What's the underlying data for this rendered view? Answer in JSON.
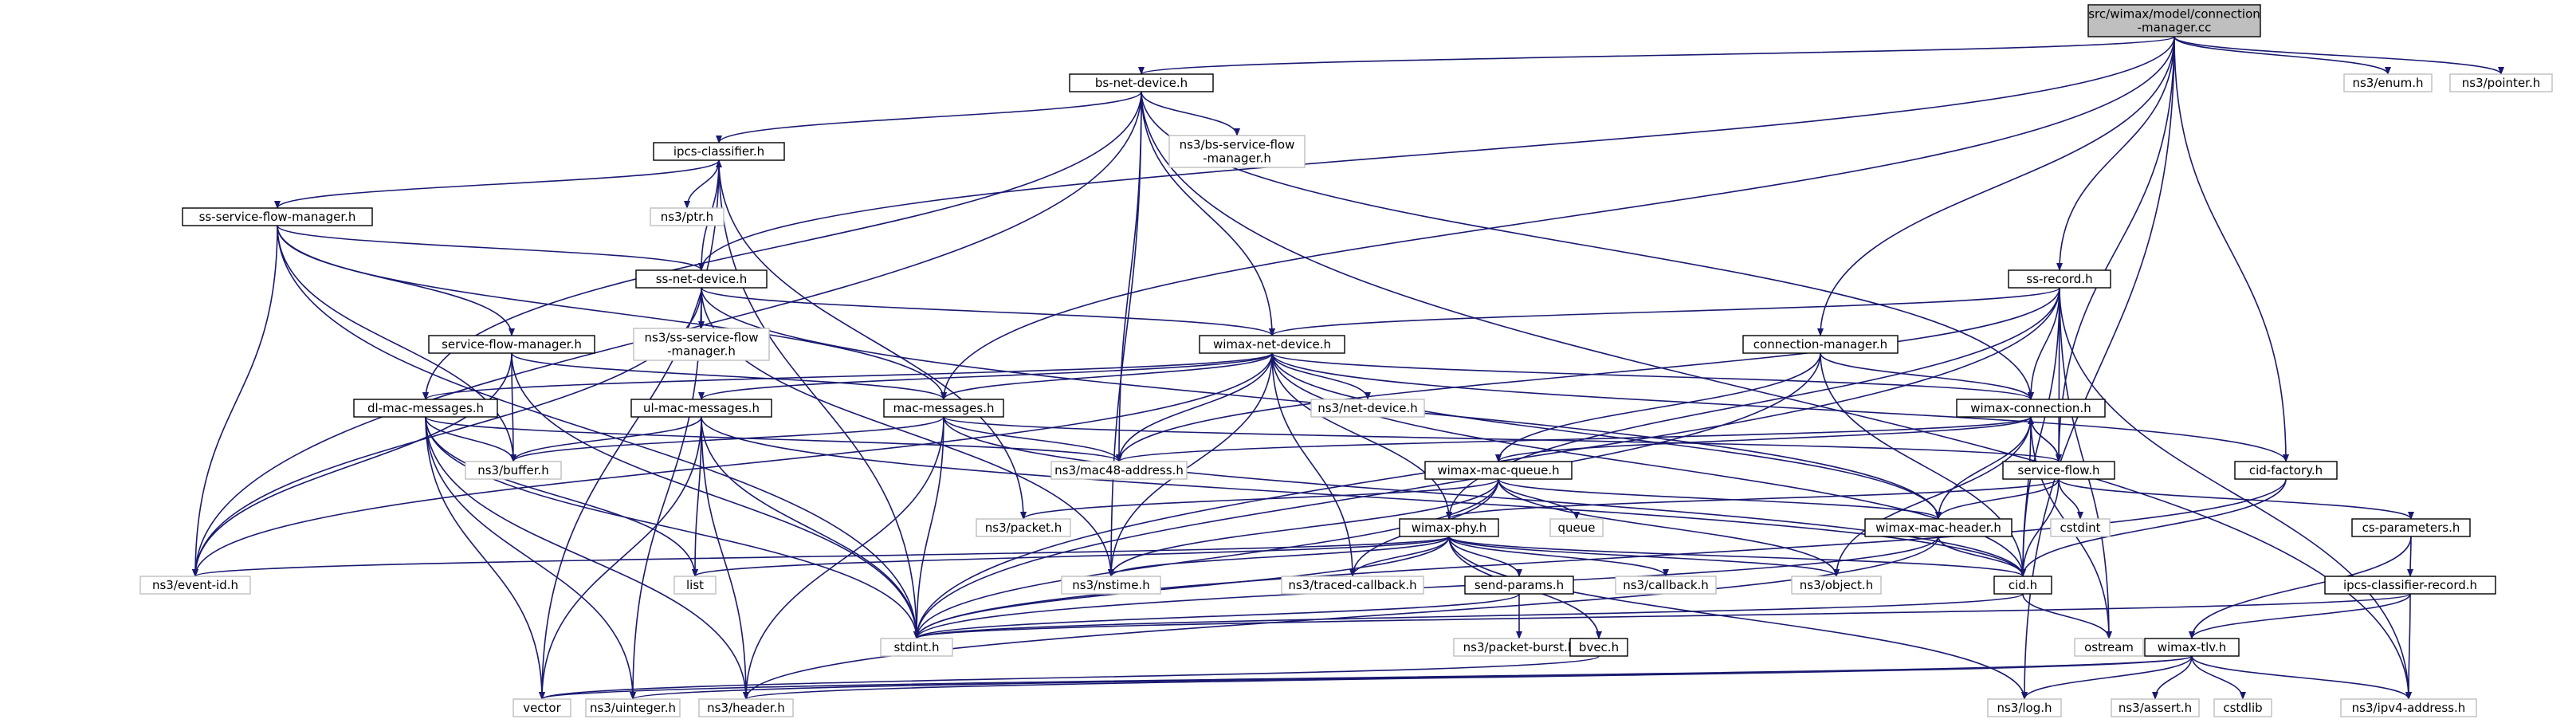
{
  "diagram": {
    "colors": {
      "edge": "#191970",
      "root_fill": "#bfbfbf",
      "ext_border": "#bfbfbf"
    },
    "nodes": [
      {
        "id": "root",
        "lines": [
          "src/wimax/model/connection",
          "-manager.cc"
        ],
        "kind": "root"
      },
      {
        "id": "bs-net-device",
        "lines": [
          "bs-net-device.h"
        ],
        "kind": "file"
      },
      {
        "id": "ns3-enum",
        "lines": [
          "ns3/enum.h"
        ],
        "kind": "ext"
      },
      {
        "id": "ns3-pointer",
        "lines": [
          "ns3/pointer.h"
        ],
        "kind": "ext"
      },
      {
        "id": "ipcs-classifier",
        "lines": [
          "ipcs-classifier.h"
        ],
        "kind": "file"
      },
      {
        "id": "ns3-bs-service-flow",
        "lines": [
          "ns3/bs-service-flow",
          "-manager.h"
        ],
        "kind": "ext"
      },
      {
        "id": "ss-service-flow-manager",
        "lines": [
          "ss-service-flow-manager.h"
        ],
        "kind": "file"
      },
      {
        "id": "ns3-ptr",
        "lines": [
          "ns3/ptr.h"
        ],
        "kind": "ext"
      },
      {
        "id": "ss-net-device",
        "lines": [
          "ss-net-device.h"
        ],
        "kind": "file"
      },
      {
        "id": "ss-record",
        "lines": [
          "ss-record.h"
        ],
        "kind": "file"
      },
      {
        "id": "ns3-ss-service-flow",
        "lines": [
          "ns3/ss-service-flow",
          "-manager.h"
        ],
        "kind": "ext"
      },
      {
        "id": "service-flow-manager",
        "lines": [
          "service-flow-manager.h"
        ],
        "kind": "file"
      },
      {
        "id": "wimax-net-device",
        "lines": [
          "wimax-net-device.h"
        ],
        "kind": "file"
      },
      {
        "id": "connection-manager",
        "lines": [
          "connection-manager.h"
        ],
        "kind": "file"
      },
      {
        "id": "ns3-net-device",
        "lines": [
          "ns3/net-device.h"
        ],
        "kind": "ext"
      },
      {
        "id": "dl-mac-messages",
        "lines": [
          "dl-mac-messages.h"
        ],
        "kind": "file"
      },
      {
        "id": "ul-mac-messages",
        "lines": [
          "ul-mac-messages.h"
        ],
        "kind": "file"
      },
      {
        "id": "mac-messages",
        "lines": [
          "mac-messages.h"
        ],
        "kind": "file"
      },
      {
        "id": "wimax-connection",
        "lines": [
          "wimax-connection.h"
        ],
        "kind": "file"
      },
      {
        "id": "cid-factory",
        "lines": [
          "cid-factory.h"
        ],
        "kind": "file"
      },
      {
        "id": "ns3-buffer",
        "lines": [
          "ns3/buffer.h"
        ],
        "kind": "ext"
      },
      {
        "id": "ns3-mac48",
        "lines": [
          "ns3/mac48-address.h"
        ],
        "kind": "ext"
      },
      {
        "id": "wimax-mac-queue",
        "lines": [
          "wimax-mac-queue.h"
        ],
        "kind": "file"
      },
      {
        "id": "service-flow",
        "lines": [
          "service-flow.h"
        ],
        "kind": "file"
      },
      {
        "id": "ns3-packet",
        "lines": [
          "ns3/packet.h"
        ],
        "kind": "ext"
      },
      {
        "id": "queue",
        "lines": [
          "queue"
        ],
        "kind": "ext"
      },
      {
        "id": "wimax-mac-header",
        "lines": [
          "wimax-mac-header.h"
        ],
        "kind": "file"
      },
      {
        "id": "cstdint",
        "lines": [
          "cstdint"
        ],
        "kind": "ext"
      },
      {
        "id": "cs-parameters",
        "lines": [
          "cs-parameters.h"
        ],
        "kind": "file"
      },
      {
        "id": "wimax-phy",
        "lines": [
          "wimax-phy.h"
        ],
        "kind": "file"
      },
      {
        "id": "ns3-event-id",
        "lines": [
          "ns3/event-id.h"
        ],
        "kind": "ext"
      },
      {
        "id": "list",
        "lines": [
          "list"
        ],
        "kind": "ext"
      },
      {
        "id": "ns3-nstime",
        "lines": [
          "ns3/nstime.h"
        ],
        "kind": "ext"
      },
      {
        "id": "ns3-traced-callback",
        "lines": [
          "ns3/traced-callback.h"
        ],
        "kind": "ext"
      },
      {
        "id": "ns3-callback",
        "lines": [
          "ns3/callback.h"
        ],
        "kind": "ext"
      },
      {
        "id": "ns3-object",
        "lines": [
          "ns3/object.h"
        ],
        "kind": "ext"
      },
      {
        "id": "cid",
        "lines": [
          "cid.h"
        ],
        "kind": "file"
      },
      {
        "id": "ipcs-classifier-record",
        "lines": [
          "ipcs-classifier-record.h"
        ],
        "kind": "file"
      },
      {
        "id": "send-params",
        "lines": [
          "send-params.h"
        ],
        "kind": "file"
      },
      {
        "id": "stdint",
        "lines": [
          "stdint.h"
        ],
        "kind": "ext"
      },
      {
        "id": "ostream",
        "lines": [
          "ostream"
        ],
        "kind": "ext"
      },
      {
        "id": "wimax-tlv",
        "lines": [
          "wimax-tlv.h"
        ],
        "kind": "file"
      },
      {
        "id": "ns3-packet-burst",
        "lines": [
          "ns3/packet-burst.h"
        ],
        "kind": "ext"
      },
      {
        "id": "bvec",
        "lines": [
          "bvec.h"
        ],
        "kind": "file"
      },
      {
        "id": "vector",
        "lines": [
          "vector"
        ],
        "kind": "ext"
      },
      {
        "id": "ns3-uinteger",
        "lines": [
          "ns3/uinteger.h"
        ],
        "kind": "ext"
      },
      {
        "id": "ns3-header",
        "lines": [
          "ns3/header.h"
        ],
        "kind": "ext"
      },
      {
        "id": "ns3-log",
        "lines": [
          "ns3/log.h"
        ],
        "kind": "ext"
      },
      {
        "id": "ns3-assert",
        "lines": [
          "ns3/assert.h"
        ],
        "kind": "ext"
      },
      {
        "id": "cstdlib",
        "lines": [
          "cstdlib"
        ],
        "kind": "ext"
      },
      {
        "id": "ns3-ipv4-address",
        "lines": [
          "ns3/ipv4-address.h"
        ],
        "kind": "ext"
      }
    ],
    "edges": [
      [
        "root",
        "bs-net-device"
      ],
      [
        "root",
        "ns3-enum"
      ],
      [
        "root",
        "ns3-pointer"
      ],
      [
        "root",
        "ss-net-device"
      ],
      [
        "root",
        "connection-manager"
      ],
      [
        "root",
        "mac-messages"
      ],
      [
        "root",
        "ss-record"
      ],
      [
        "root",
        "cid-factory"
      ],
      [
        "root",
        "service-flow"
      ],
      [
        "root",
        "ns3-log"
      ],
      [
        "bs-net-device",
        "ipcs-classifier"
      ],
      [
        "bs-net-device",
        "ns3-bs-service-flow"
      ],
      [
        "bs-net-device",
        "wimax-net-device"
      ],
      [
        "bs-net-device",
        "ns3-event-id"
      ],
      [
        "bs-net-device",
        "dl-mac-messages"
      ],
      [
        "bs-net-device",
        "ns3-mac48"
      ],
      [
        "bs-net-device",
        "ns3-nstime"
      ],
      [
        "bs-net-device",
        "wimax-connection"
      ],
      [
        "bs-net-device",
        "ns3-ipv4-address"
      ],
      [
        "ipcs-classifier",
        "ss-service-flow-manager"
      ],
      [
        "ipcs-classifier",
        "ns3-ptr"
      ],
      [
        "ipcs-classifier",
        "ns3-packet"
      ],
      [
        "ipcs-classifier",
        "stdint"
      ],
      [
        "ipcs-classifier",
        "vector"
      ],
      [
        "ss-service-flow-manager",
        "ss-net-device"
      ],
      [
        "ss-service-flow-manager",
        "service-flow-manager"
      ],
      [
        "ss-service-flow-manager",
        "mac-messages"
      ],
      [
        "ss-service-flow-manager",
        "ns3-buffer"
      ],
      [
        "ss-service-flow-manager",
        "ns3-event-id"
      ],
      [
        "ss-service-flow-manager",
        "stdint"
      ],
      [
        "ss-net-device",
        "ipcs-classifier"
      ],
      [
        "ss-net-device",
        "ns3-ss-service-flow"
      ],
      [
        "ss-net-device",
        "wimax-net-device"
      ],
      [
        "ss-net-device",
        "ns3-event-id"
      ],
      [
        "ss-net-device",
        "ns3-uinteger"
      ],
      [
        "ss-net-device",
        "ns3-nstime"
      ],
      [
        "ss-net-device",
        "wimax-mac-header"
      ],
      [
        "service-flow-manager",
        "mac-messages"
      ],
      [
        "service-flow-manager",
        "ns3-buffer"
      ],
      [
        "service-flow-manager",
        "ns3-event-id"
      ],
      [
        "service-flow-manager",
        "stdint"
      ],
      [
        "ss-record",
        "wimax-net-device"
      ],
      [
        "ss-record",
        "wimax-connection"
      ],
      [
        "ss-record",
        "service-flow"
      ],
      [
        "ss-record",
        "ns3-mac48"
      ],
      [
        "ss-record",
        "wimax-phy"
      ],
      [
        "ss-record",
        "stdint"
      ],
      [
        "ss-record",
        "ostream"
      ],
      [
        "ss-record",
        "ns3-ipv4-address"
      ],
      [
        "ss-record",
        "cid"
      ],
      [
        "wimax-net-device",
        "ns3-net-device"
      ],
      [
        "wimax-net-device",
        "dl-mac-messages"
      ],
      [
        "wimax-net-device",
        "ul-mac-messages"
      ],
      [
        "wimax-net-device",
        "mac-messages"
      ],
      [
        "wimax-net-device",
        "wimax-connection"
      ],
      [
        "wimax-net-device",
        "cid-factory"
      ],
      [
        "wimax-net-device",
        "ns3-mac48"
      ],
      [
        "wimax-net-device",
        "ns3-event-id"
      ],
      [
        "wimax-net-device",
        "wimax-phy"
      ],
      [
        "wimax-net-device",
        "ns3-nstime"
      ],
      [
        "wimax-net-device",
        "ns3-traced-callback"
      ],
      [
        "wimax-net-device",
        "wimax-mac-header"
      ],
      [
        "wimax-net-device",
        "cid"
      ],
      [
        "connection-manager",
        "wimax-connection"
      ],
      [
        "connection-manager",
        "cid"
      ],
      [
        "connection-manager",
        "stdint"
      ],
      [
        "connection-manager",
        "wimax-mac-queue"
      ],
      [
        "dl-mac-messages",
        "ns3-buffer"
      ],
      [
        "dl-mac-messages",
        "ns3-mac48"
      ],
      [
        "dl-mac-messages",
        "list"
      ],
      [
        "dl-mac-messages",
        "stdint"
      ],
      [
        "dl-mac-messages",
        "vector"
      ],
      [
        "dl-mac-messages",
        "ns3-uinteger"
      ],
      [
        "dl-mac-messages",
        "ns3-header"
      ],
      [
        "ul-mac-messages",
        "ns3-buffer"
      ],
      [
        "ul-mac-messages",
        "list"
      ],
      [
        "ul-mac-messages",
        "stdint"
      ],
      [
        "ul-mac-messages",
        "vector"
      ],
      [
        "ul-mac-messages",
        "ns3-header"
      ],
      [
        "ul-mac-messages",
        "cid"
      ],
      [
        "mac-messages",
        "ns3-buffer"
      ],
      [
        "mac-messages",
        "ns3-mac48"
      ],
      [
        "mac-messages",
        "service-flow"
      ],
      [
        "mac-messages",
        "stdint"
      ],
      [
        "mac-messages",
        "ns3-header"
      ],
      [
        "mac-messages",
        "cid"
      ],
      [
        "wimax-connection",
        "wimax-mac-queue"
      ],
      [
        "wimax-connection",
        "service-flow"
      ],
      [
        "wimax-connection",
        "wimax-mac-header"
      ],
      [
        "wimax-connection",
        "cid"
      ],
      [
        "wimax-connection",
        "ns3-object"
      ],
      [
        "wimax-connection",
        "ostream"
      ],
      [
        "wimax-connection",
        "ns3-mac48"
      ],
      [
        "cid-factory",
        "cid"
      ],
      [
        "cid-factory",
        "stdint"
      ],
      [
        "wimax-mac-queue",
        "wimax-mac-header"
      ],
      [
        "wimax-mac-queue",
        "ns3-packet"
      ],
      [
        "wimax-mac-queue",
        "queue"
      ],
      [
        "wimax-mac-queue",
        "ns3-nstime"
      ],
      [
        "wimax-mac-queue",
        "ns3-traced-callback"
      ],
      [
        "wimax-mac-queue",
        "stdint"
      ],
      [
        "wimax-mac-queue",
        "ns3-object"
      ],
      [
        "service-flow",
        "wimax-connection"
      ],
      [
        "service-flow",
        "wimax-mac-header"
      ],
      [
        "service-flow",
        "cstdint"
      ],
      [
        "service-flow",
        "cs-parameters"
      ],
      [
        "service-flow",
        "wimax-phy"
      ],
      [
        "service-flow",
        "cid"
      ],
      [
        "wimax-mac-header",
        "cid"
      ],
      [
        "wimax-mac-header",
        "stdint"
      ],
      [
        "wimax-mac-header",
        "ns3-header"
      ],
      [
        "cs-parameters",
        "ipcs-classifier-record"
      ],
      [
        "cs-parameters",
        "wimax-tlv"
      ],
      [
        "wimax-phy",
        "ns3-event-id"
      ],
      [
        "wimax-phy",
        "list"
      ],
      [
        "wimax-phy",
        "ns3-nstime"
      ],
      [
        "wimax-phy",
        "ns3-traced-callback"
      ],
      [
        "wimax-phy",
        "ns3-callback"
      ],
      [
        "wimax-phy",
        "ns3-object"
      ],
      [
        "wimax-phy",
        "send-params"
      ],
      [
        "wimax-phy",
        "bvec"
      ],
      [
        "wimax-phy",
        "stdint"
      ],
      [
        "wimax-phy",
        "ns3-log"
      ],
      [
        "wimax-phy",
        "cid"
      ],
      [
        "cid",
        "ostream"
      ],
      [
        "cid",
        "stdint"
      ],
      [
        "ipcs-classifier-record",
        "wimax-tlv"
      ],
      [
        "ipcs-classifier-record",
        "stdint"
      ],
      [
        "ipcs-classifier-record",
        "ns3-ipv4-address"
      ],
      [
        "send-params",
        "stdint"
      ],
      [
        "send-params",
        "ns3-packet-burst"
      ],
      [
        "bvec",
        "vector"
      ],
      [
        "wimax-tlv",
        "ns3-uinteger"
      ],
      [
        "wimax-tlv",
        "vector"
      ],
      [
        "wimax-tlv",
        "ns3-header"
      ],
      [
        "wimax-tlv",
        "ns3-log"
      ],
      [
        "wimax-tlv",
        "ns3-assert"
      ],
      [
        "wimax-tlv",
        "cstdlib"
      ],
      [
        "wimax-tlv",
        "ns3-ipv4-address"
      ]
    ]
  }
}
